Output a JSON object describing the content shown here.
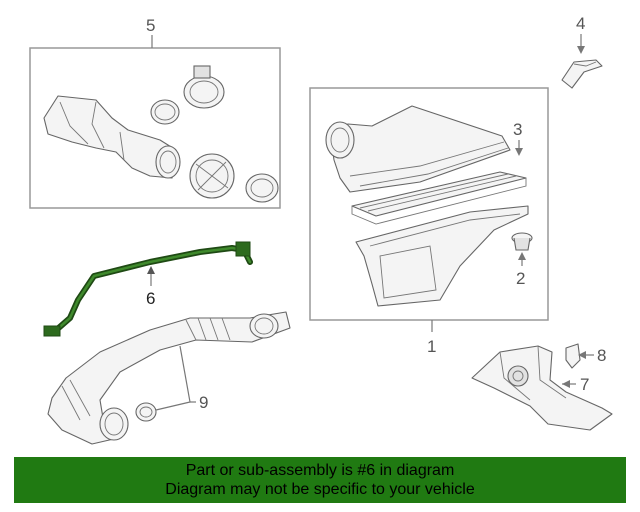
{
  "callouts": {
    "part1": "1",
    "part2": "2",
    "part3": "3",
    "part4": "4",
    "part5": "5",
    "part6": "6",
    "part7": "7",
    "part8": "8",
    "part9": "9"
  },
  "highlighted_part": "6",
  "colors": {
    "banner_background": "#207a12",
    "highlight_part": "#2d6a1e",
    "line_art": "#666666"
  },
  "banner": {
    "line1": "Part or sub-assembly is #6 in diagram",
    "line2": "Diagram may not be specific to your vehicle"
  }
}
